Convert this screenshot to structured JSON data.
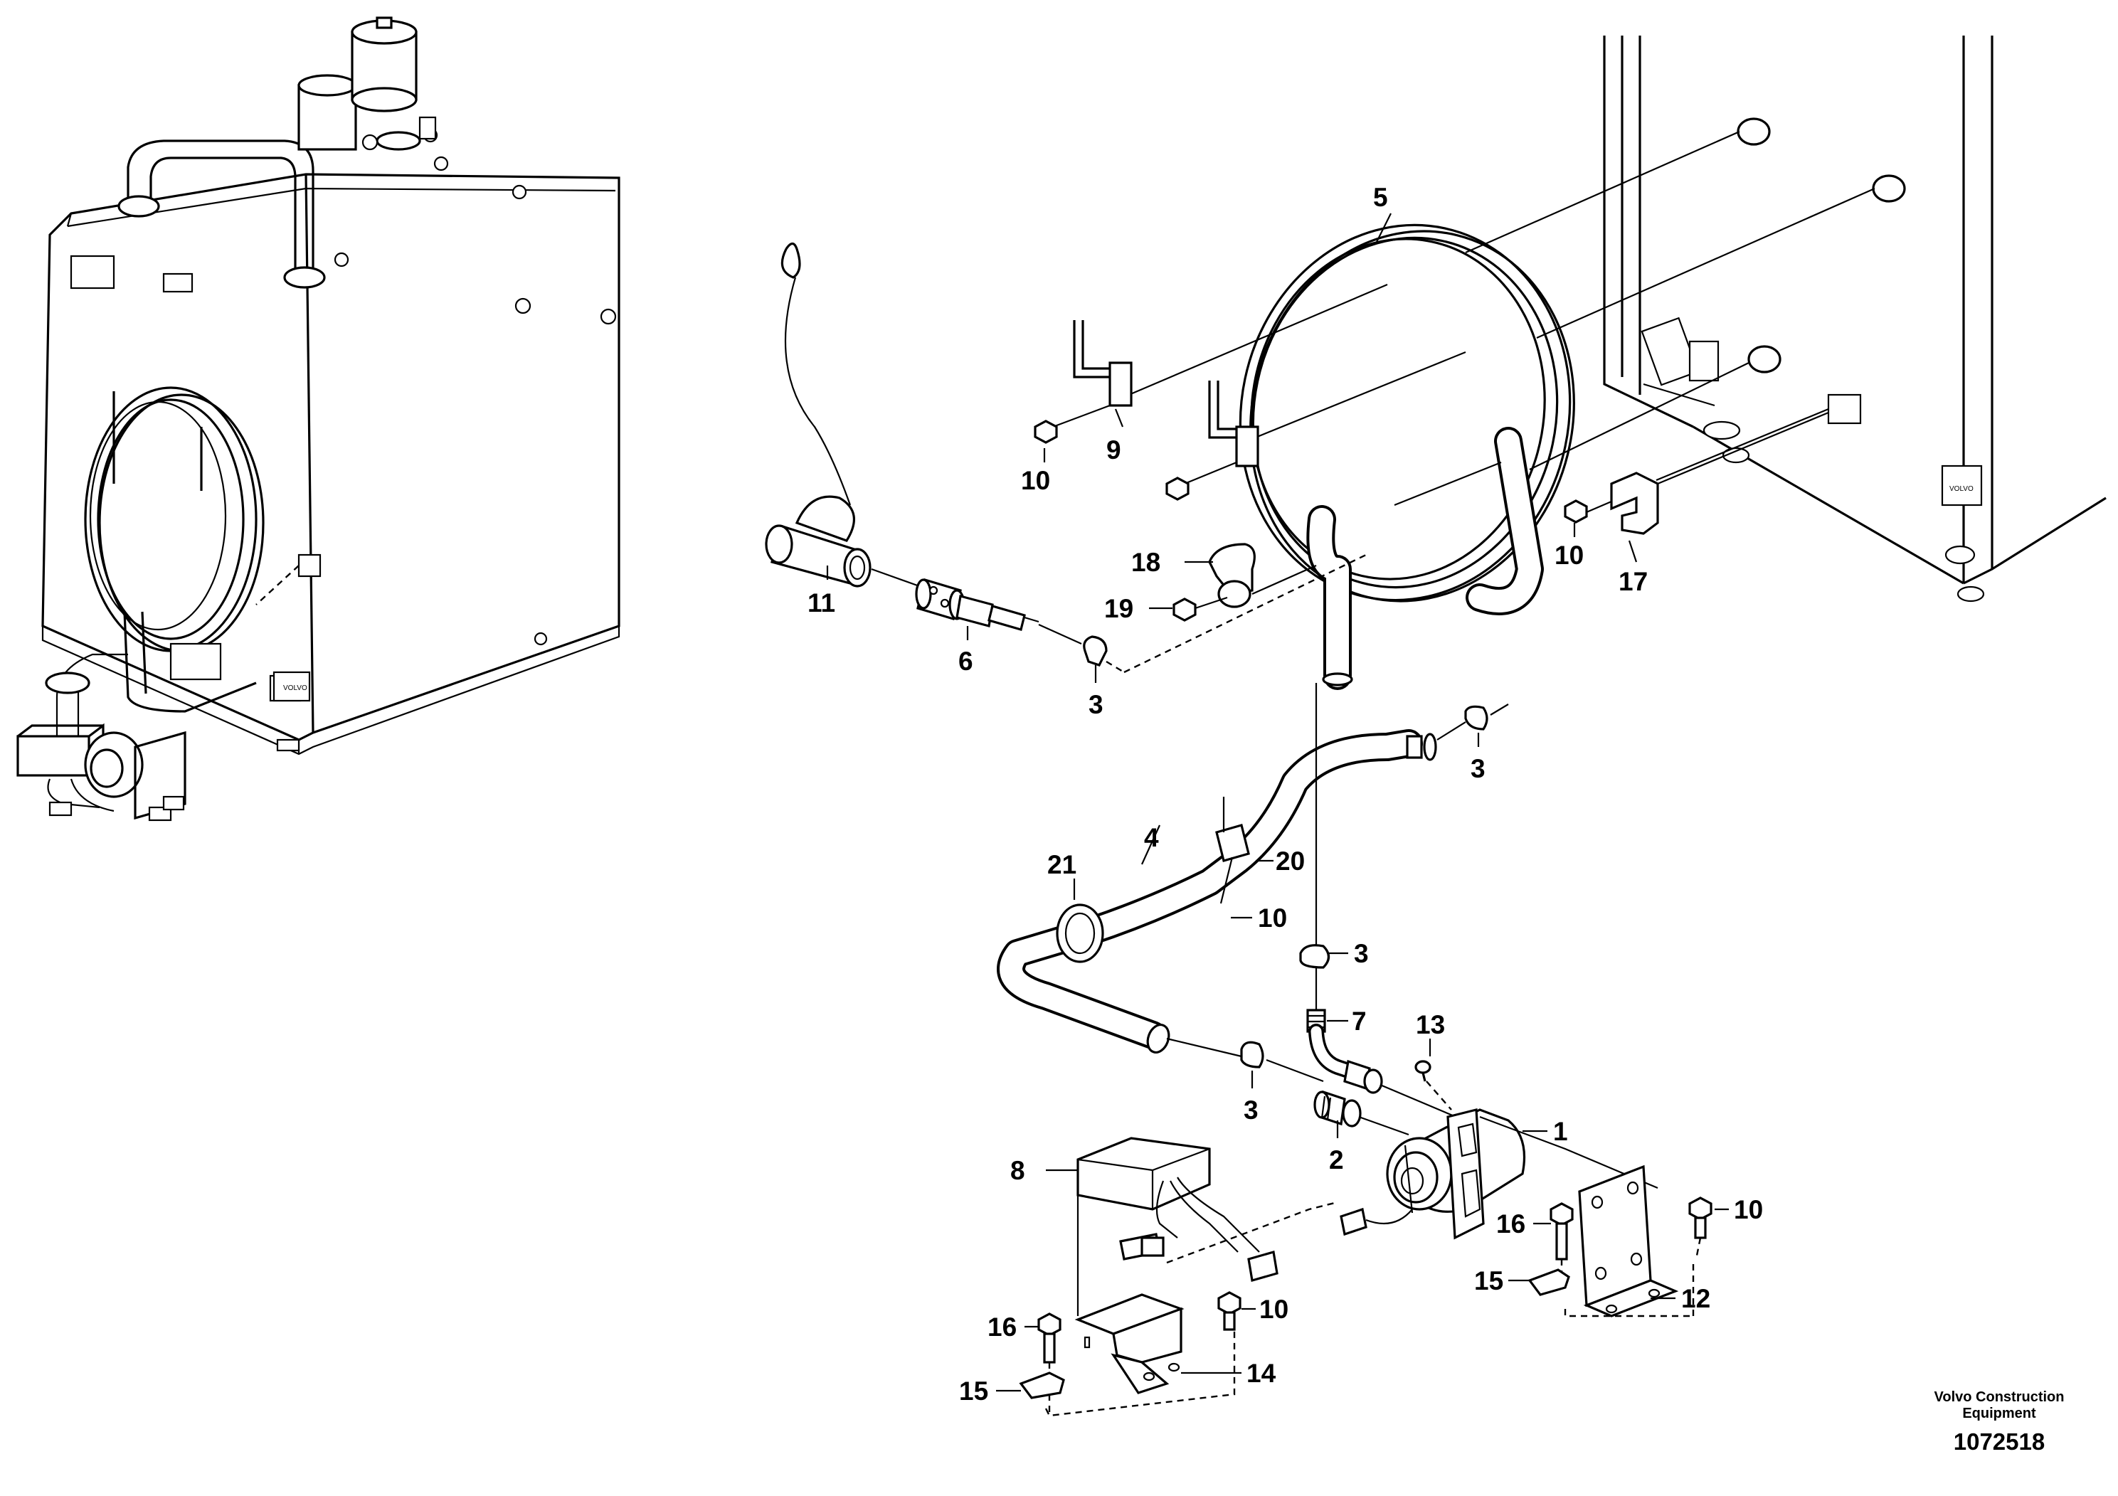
{
  "diagram": {
    "callouts": {
      "c1": "1",
      "c2": "2",
      "c3a": "3",
      "c3b": "3",
      "c3c": "3",
      "c3d": "3",
      "c4": "4",
      "c5": "5",
      "c6": "6",
      "c7": "7",
      "c8": "8",
      "c9": "9",
      "c10a": "10",
      "c10b": "10",
      "c10c": "10",
      "c10d": "10",
      "c10e": "10",
      "c11": "11",
      "c12": "12",
      "c13": "13",
      "c14": "14",
      "c15a": "15",
      "c15b": "15",
      "c16a": "16",
      "c16b": "16",
      "c17": "17",
      "c18": "18",
      "c19": "19",
      "c20": "20",
      "c21": "21"
    },
    "colors": {
      "line": "#000000",
      "background": "#ffffff"
    }
  },
  "footer": {
    "org_line1": "Volvo Construction",
    "org_line2": "Equipment",
    "drawing_number": "1072518"
  }
}
